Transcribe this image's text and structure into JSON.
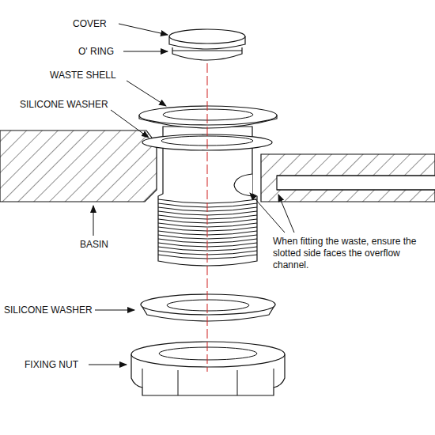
{
  "diagram": {
    "labels": [
      "COVER",
      "O' RING",
      "WASTE SHELL",
      "SILICONE WASHER",
      "BASIN",
      "When fitting the waste, ensure the slotted side faces the overflow channel.",
      "SILICONE WASHER",
      "FIXING NUT"
    ]
  }
}
